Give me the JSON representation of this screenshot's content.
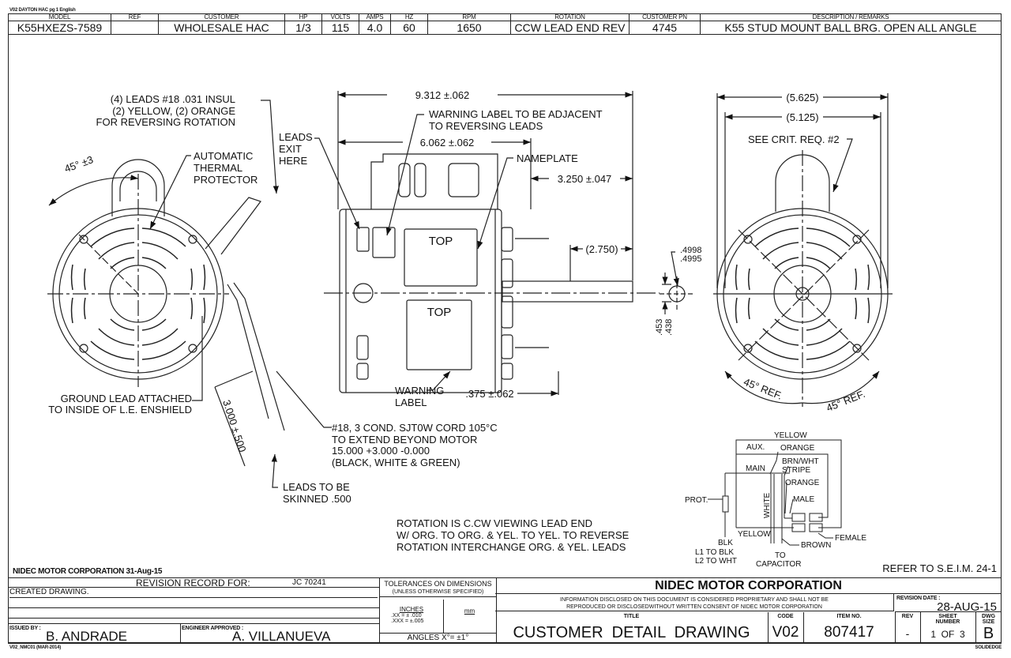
{
  "top_note": "V02 DAYTON HAC pg 1 English",
  "header": {
    "labels": [
      "MODEL",
      "REF",
      "CUSTOMER",
      "HP",
      "VOLTS",
      "AMPS",
      "HZ",
      "RPM",
      "ROTATION",
      "CUSTOMER PN",
      "DESCRIPTION / REMARKS"
    ],
    "values": [
      "K55HXEZS-7589",
      "",
      "WHOLESALE HAC",
      "1/3",
      "115",
      "4.0",
      "60",
      "1650",
      "CCW LEAD END REV",
      "4745",
      "K55 STUD MOUNT BALL BRG. OPEN ALL ANGLE"
    ]
  },
  "annotations": {
    "leads_note": [
      "(4) LEADS #18 .031 INSUL",
      "(2) YELLOW, (2) ORANGE",
      "FOR REVERSING ROTATION"
    ],
    "angle_left": "45° ±3",
    "thermal": [
      "AUTOMATIC",
      "THERMAL",
      "PROTECTOR"
    ],
    "leads_exit": [
      "LEADS",
      "EXIT",
      "HERE"
    ],
    "ground_lead": [
      "GROUND LEAD ATTACHED",
      "TO INSIDE OF L.E. ENSHIELD"
    ],
    "lead_len": "3.000 ±.500",
    "cord": [
      "#18, 3 COND. SJT0W CORD 105°C",
      "TO EXTEND BEYOND MOTOR",
      "15.000 +3.000 -0.000",
      "(BLACK, WHITE & GREEN)"
    ],
    "skinned": [
      "LEADS TO BE",
      "SKINNED .500"
    ],
    "overall_len": "9.312 ±.062",
    "warning_adj": [
      "WARNING LABEL TO BE ADJACENT",
      "TO REVERSING LEADS"
    ],
    "body_len": "6.062 ±.062",
    "nameplate": "NAMEPLATE",
    "stud_len": "3.250 ±.047",
    "shaft_len": "(2.750)",
    "shaft_dia": [
      ".4998",
      ".4995"
    ],
    "flat": [
      ".453",
      ".438"
    ],
    "label_top": "TOP",
    "warning_label": [
      "WARNING",
      "LABEL"
    ],
    "end_gap": ".375 ±.062",
    "dim_outer": "(5.625)",
    "dim_inner": "(5.125)",
    "crit_req": "SEE CRIT. REQ. #2",
    "angle_ref": "45° REF.",
    "rotation_note": [
      "ROTATION IS C.CW VIEWING LEAD END",
      "W/ ORG. TO ORG. & YEL. TO YEL. TO REVERSE",
      "ROTATION INTERCHANGE ORG. & YEL. LEADS"
    ],
    "refer": "REFER TO S.E.I.M. 24-1"
  },
  "wiring": {
    "yellow": "YELLOW",
    "aux": "AUX.",
    "orange": "ORANGE",
    "main": "MAIN",
    "brn_wht": [
      "BRN/WHT",
      "STRIPE"
    ],
    "orange2": "ORANGE",
    "male": "MALE",
    "prot": "PROT.",
    "white": "WHITE",
    "yellow2": "YELLOW",
    "female": "FEMALE",
    "brown": "BROWN",
    "blk": "BLK",
    "l1": "L1 TO BLK",
    "l2": "L2 TO WHT",
    "to_cap": [
      "TO",
      "CAPACITOR"
    ]
  },
  "footer": {
    "company_date": "NIDEC MOTOR CORPORATION 31-Aug-15",
    "revision_record": "REVISION RECORD FOR:",
    "jc": "JC 70241",
    "rev_rows": [
      "CREATED DRAWING.",
      "",
      "",
      ""
    ],
    "issued_by_label": "ISSUED BY :",
    "issued_by": "B. ANDRADE",
    "engineer_label": "ENGINEER APPROVED :",
    "engineer": "A. VILLANUEVA",
    "tol_title": "TOLERANCES ON DIMENSIONS",
    "tol_sub": "(UNLESS OTHERWISE SPECIFIED)",
    "tol_inches": "INCHES",
    "tol_xx": ".XX = ± .010",
    "tol_xxx": ".XXX = ±.005",
    "tol_mm": "mm",
    "tol_angles": "ANGLES  X°= ±1°",
    "company": "NIDEC MOTOR CORPORATION",
    "proprietary": [
      "INFORMATION DISCLOSED ON THIS DOCUMENT IS CONSIDERED PROPRIETARY AND SHALL NOT BE",
      "REPRODUCED OR DISCLOSEDWITHOUT WRITTEN CONSENT OF NIDEC MOTOR CORPORATION"
    ],
    "revision_date_label": "REVISION DATE :",
    "revision_date": "28-AUG-15",
    "title_label": "TITLE",
    "title": "CUSTOMER  DETAIL  DRAWING",
    "code_label": "CODE",
    "code": "V02",
    "item_label": "ITEM NO.",
    "item": "807417",
    "rev_label": "REV",
    "rev": "-",
    "sheet_label": "SHEET NUMBER",
    "sheet": "1  OF  3",
    "dwg_label": "DWG SIZE",
    "dwg": "B",
    "form_note": "V02_NMC01 (MAR-2014)",
    "software": "SOLIDEDGE"
  }
}
